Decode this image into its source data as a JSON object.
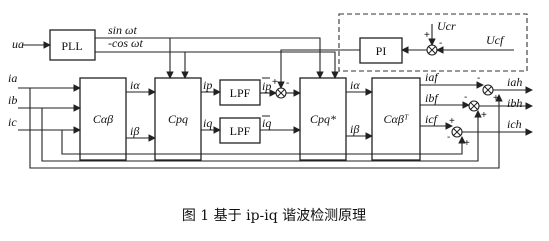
{
  "blocks": {
    "pll": "PLL",
    "pi": "PI",
    "c_alpha_beta": "Cαβ",
    "c_pq": "Cpq",
    "lpf_top": "LPF",
    "lpf_bottom": "LPF",
    "c_pq_star": "Cpq*",
    "c_alpha_beta_t": "Cαβᵀ"
  },
  "signals": {
    "ua": "ua",
    "sin": "sin ωt",
    "cos": "-cos ωt",
    "ia": "ia",
    "ib": "ib",
    "ic": "ic",
    "i_alpha_1": "iα",
    "i_beta_1": "iβ",
    "ip": "ip",
    "iq": "iq",
    "ip_bar": "ip",
    "iq_bar": "iq",
    "i_alpha_2": "iα",
    "i_beta_2": "iβ",
    "iaf": "iaf",
    "ibf": "ibf",
    "icf": "icf",
    "iah": "iah",
    "ibh": "ibh",
    "ich": "ich",
    "ucr": "Ucr",
    "ucf": "Ucf"
  },
  "signs": [
    "+",
    "-",
    "+",
    "-",
    "-",
    "+",
    "-",
    "+",
    "+",
    "-",
    "+"
  ],
  "caption": "图 1   基于 ip-iq 谐波检测原理"
}
